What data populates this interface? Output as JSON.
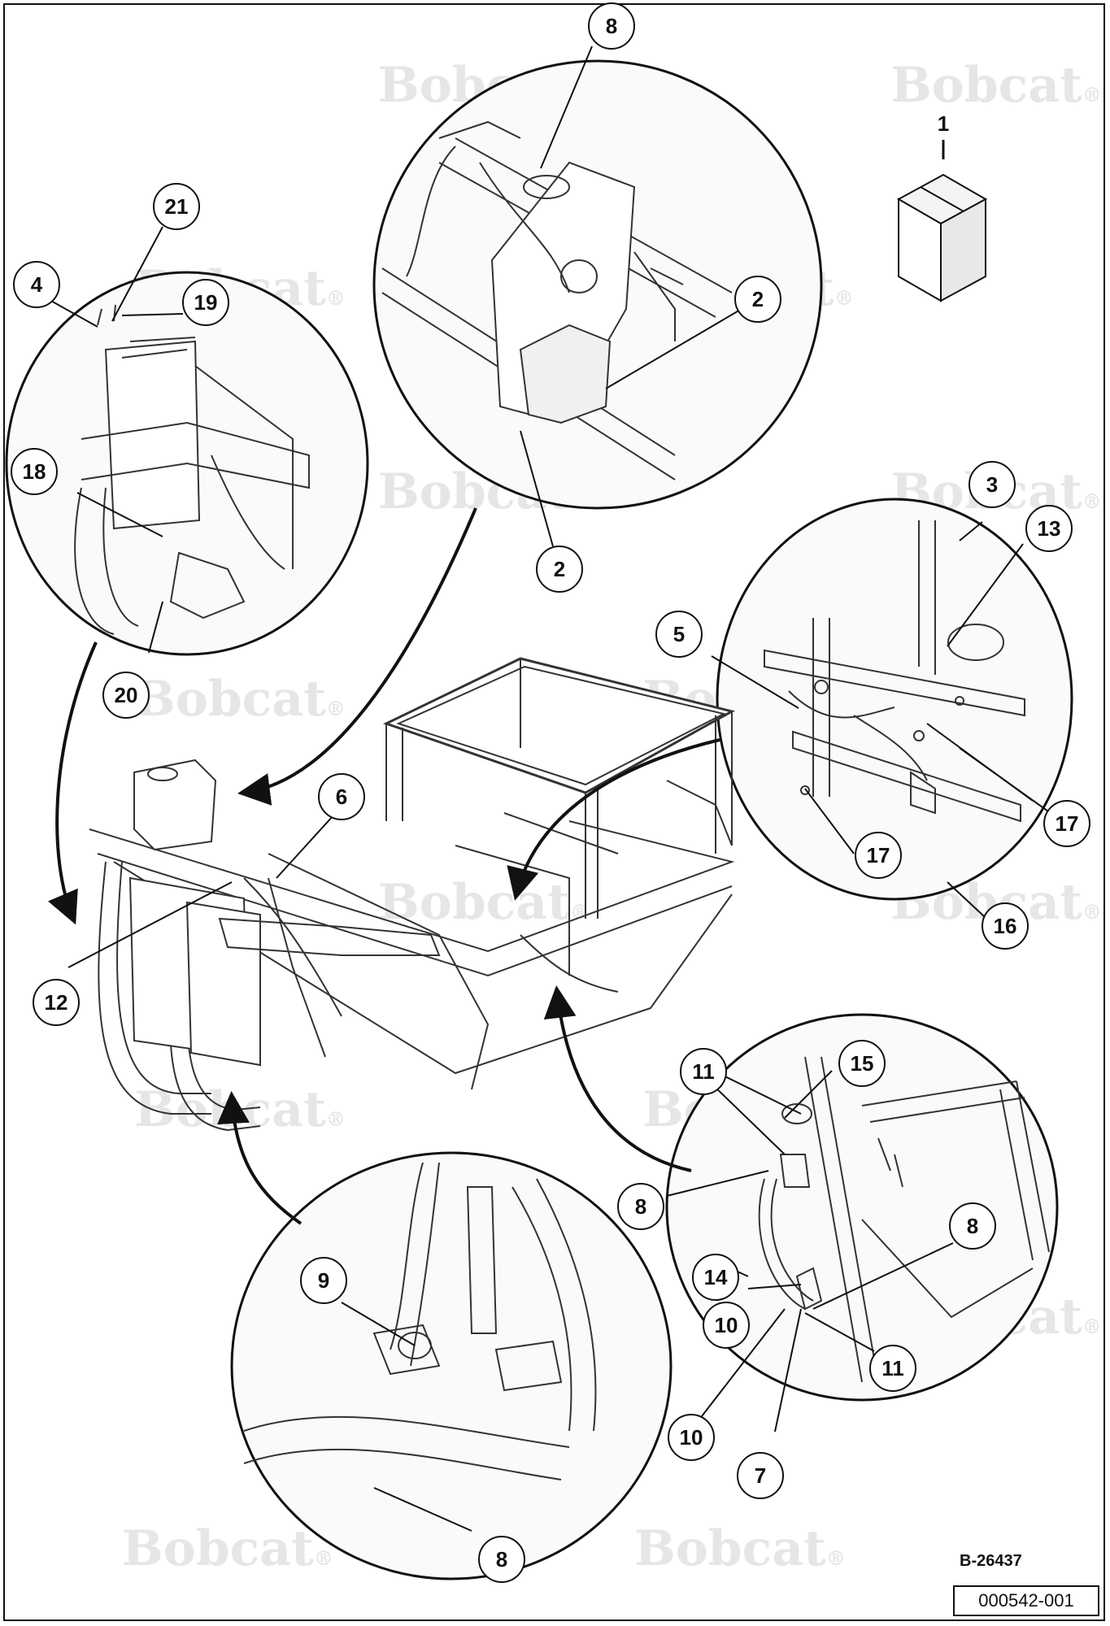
{
  "watermark": {
    "brand": "Bobcat",
    "mark": "®"
  },
  "callouts": [
    {
      "id": "c1",
      "label": "1"
    },
    {
      "id": "c2a",
      "label": "2"
    },
    {
      "id": "c2b",
      "label": "2"
    },
    {
      "id": "c3",
      "label": "3"
    },
    {
      "id": "c4",
      "label": "4"
    },
    {
      "id": "c5",
      "label": "5"
    },
    {
      "id": "c6",
      "label": "6"
    },
    {
      "id": "c7",
      "label": "7"
    },
    {
      "id": "c8a",
      "label": "8"
    },
    {
      "id": "c8b",
      "label": "8"
    },
    {
      "id": "c8c",
      "label": "8"
    },
    {
      "id": "c8d",
      "label": "8"
    },
    {
      "id": "c9",
      "label": "9"
    },
    {
      "id": "c10a",
      "label": "10"
    },
    {
      "id": "c10b",
      "label": "10"
    },
    {
      "id": "c11a",
      "label": "11"
    },
    {
      "id": "c11b",
      "label": "11"
    },
    {
      "id": "c12",
      "label": "12"
    },
    {
      "id": "c13",
      "label": "13"
    },
    {
      "id": "c14",
      "label": "14"
    },
    {
      "id": "c15",
      "label": "15"
    },
    {
      "id": "c16",
      "label": "16"
    },
    {
      "id": "c17a",
      "label": "17"
    },
    {
      "id": "c17b",
      "label": "17"
    },
    {
      "id": "c18",
      "label": "18"
    },
    {
      "id": "c19",
      "label": "19"
    },
    {
      "id": "c20",
      "label": "20"
    },
    {
      "id": "c21",
      "label": "21"
    }
  ],
  "drawing_number": "B-26437",
  "part_number": "000542-001"
}
